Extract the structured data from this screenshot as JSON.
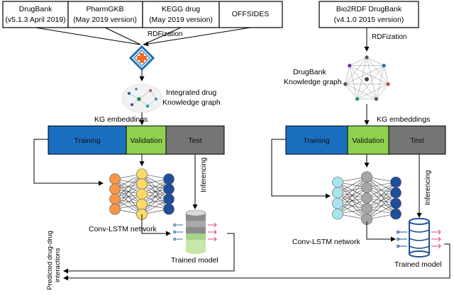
{
  "left_pipeline": {
    "sources": [
      {
        "name": "DrugBank",
        "version": "(v5.1.3 April 2019)"
      },
      {
        "name": "PharmGKB",
        "version": "(May 2019 version)"
      },
      {
        "name": "KEGG drug",
        "version": "(May 2019 version)"
      },
      {
        "name": "OFFSIDES",
        "version": ""
      }
    ],
    "rdfization_label": "RDFization",
    "kg_label_line1": "Integrated drug",
    "kg_label_line2": "Knowledge graph",
    "embeddings_label": "KG embeddings",
    "split": {
      "training": "Training",
      "validation": "Validation",
      "test": "Test"
    },
    "network_label": "Conv-LSTM network",
    "inferencing_label": "Inferencing",
    "model_label": "Trained model"
  },
  "right_pipeline": {
    "source_name": "Bio2RDF DrugBank",
    "source_version": "(v4.1.0 2015 version)",
    "rdfization_label": "RDFization",
    "kg_label_line1": "DrugBank",
    "kg_label_line2": "Knowledge graph",
    "embeddings_label": "KG embeddings",
    "split": {
      "training": "Training",
      "validation": "Validation",
      "test": "Test"
    },
    "network_label": "Conv-LSTM network",
    "inferencing_label": "Inferencing",
    "model_label": "Trained model"
  },
  "output_label_line1": "Predicted drug-drug",
  "output_label_line2": "interactions",
  "colors": {
    "training": "#1b6fc1",
    "validation": "#8fd14f",
    "test": "#757575",
    "left_input_nodes": "#f79646",
    "left_hidden_nodes": "#ffd966",
    "right_input_nodes": "#a8e4f0",
    "right_hidden_nodes": "#a6a6a6",
    "output_nodes": "#1f4e9a",
    "logo_cross": "#f26b21",
    "logo_frame": "#1f6fb5"
  }
}
